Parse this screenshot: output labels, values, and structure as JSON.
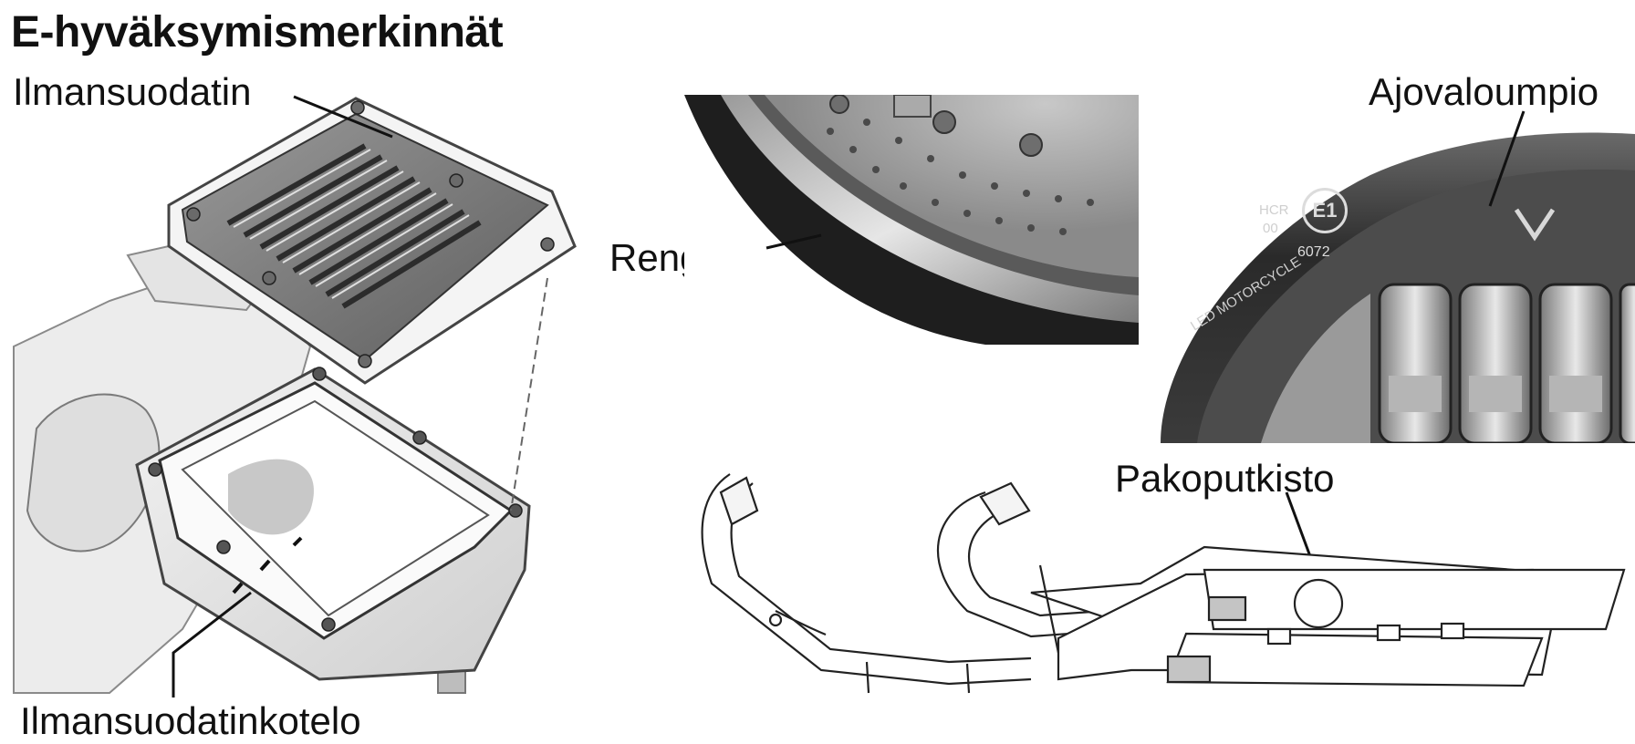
{
  "title": "E-hyväksymismerkinnät",
  "labels": {
    "air_filter": "Ilmansuodatin",
    "air_filter_housing": "Ilmansuodatinkotelo",
    "tire": "Rengas",
    "headlamp": "Ajovaloumpio",
    "exhaust": "Pakoputkisto"
  },
  "headlamp_marks": {
    "approval": "E1",
    "number": "6072",
    "code_a": "HCR",
    "code_b": "00",
    "text": "LED MOTORCYCLE"
  },
  "colors": {
    "ink": "#111111",
    "photo_dark": "#2a2a2a",
    "photo_mid": "#8c8c8c",
    "photo_light": "#d9d9d9"
  }
}
